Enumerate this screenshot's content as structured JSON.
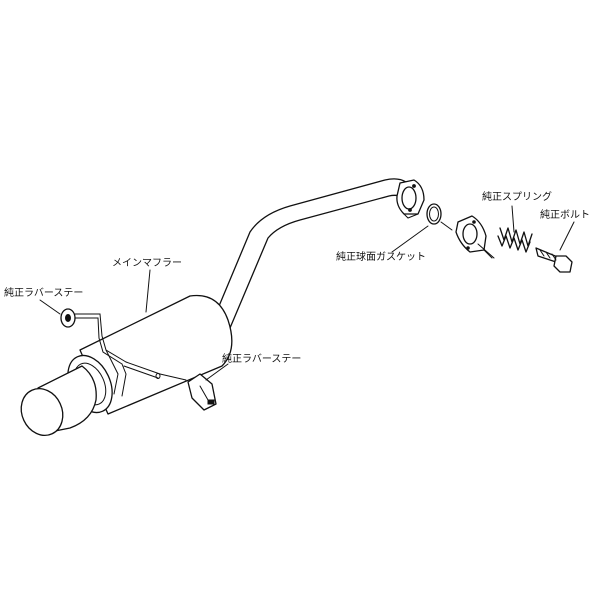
{
  "labels": {
    "main_muffler": "メインマフラー",
    "rubber_stay_left": "純正ラバーステー",
    "rubber_stay_right": "純正ラバーステー",
    "spherical_gasket": "純正球面ガスケット",
    "spring": "純正スプリング",
    "bolt": "純正ボルト"
  },
  "colors": {
    "line": "#111111",
    "background": "#ffffff"
  }
}
